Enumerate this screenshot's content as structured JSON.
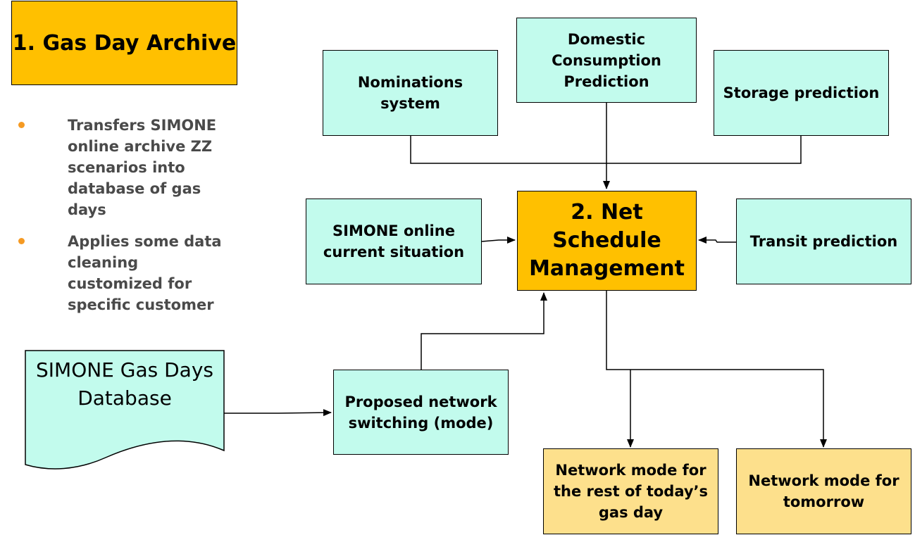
{
  "title": "1. Gas Day Archive",
  "bullets": [
    "Transfers SIMONE online archive ZZ scenarios into database of gas days",
    "Applies some data cleaning customized for specific customer"
  ],
  "database": [
    "SIMONE Gas Days",
    "Database"
  ],
  "boxes": {
    "nominations": [
      "Nominations",
      "system"
    ],
    "domestic": [
      "Domestic",
      "Consumption",
      "Prediction"
    ],
    "storage": [
      "Storage prediction"
    ],
    "simone_online": [
      "SIMONE online",
      "current situation"
    ],
    "net_schedule": [
      "2. Net",
      "Schedule",
      "Management"
    ],
    "transit": [
      "Transit prediction"
    ],
    "proposed": [
      "Proposed network",
      "switching (mode)"
    ],
    "mode_today": [
      "Network mode for",
      "the rest of today’s",
      "gas day"
    ],
    "mode_tomorrow": [
      "Network mode for",
      "tomorrow"
    ]
  },
  "colors": {
    "title_fill": "#ffc000",
    "input_fill": "#c2fbed",
    "output_fill": "#fde08c",
    "bullet": "#f59a23",
    "bullet_text": "#4a4a4a"
  }
}
